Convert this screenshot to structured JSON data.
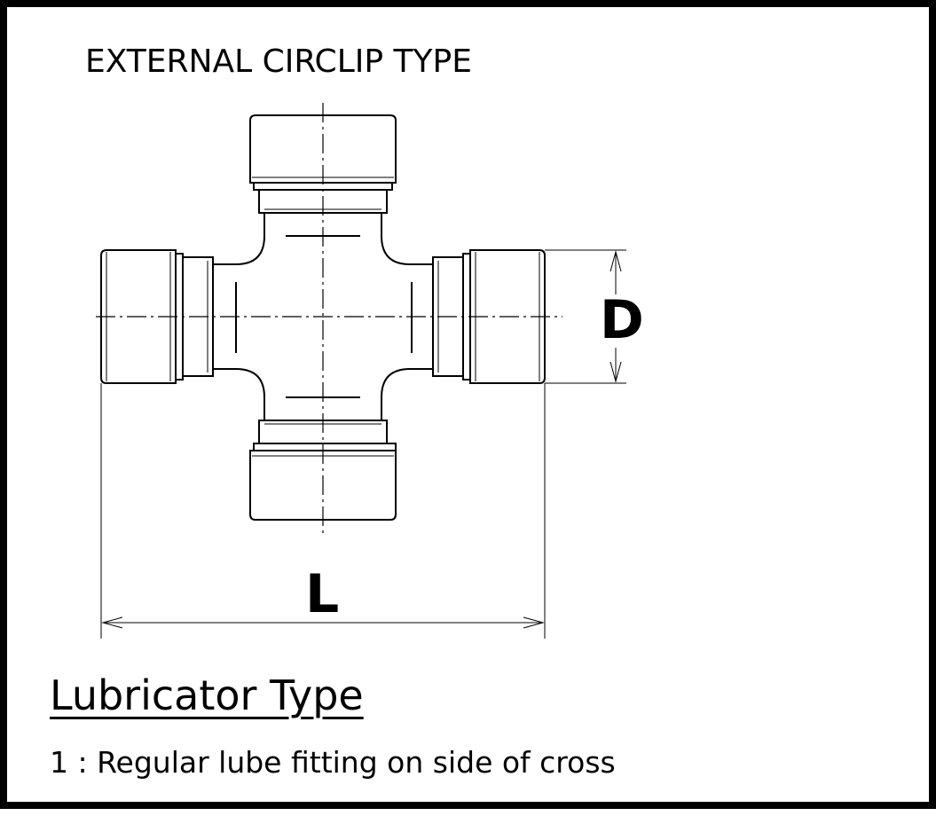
{
  "title": "EXTERNAL CIRCLIP TYPE",
  "dimensions": {
    "diameter_label": "D",
    "length_label": "L"
  },
  "lubricator": {
    "heading": "Lubricator  Type",
    "items": [
      {
        "text": "1 : Regular lube fitting on side of cross"
      }
    ]
  },
  "colors": {
    "ink": "#000000",
    "paper": "#ffffff"
  }
}
